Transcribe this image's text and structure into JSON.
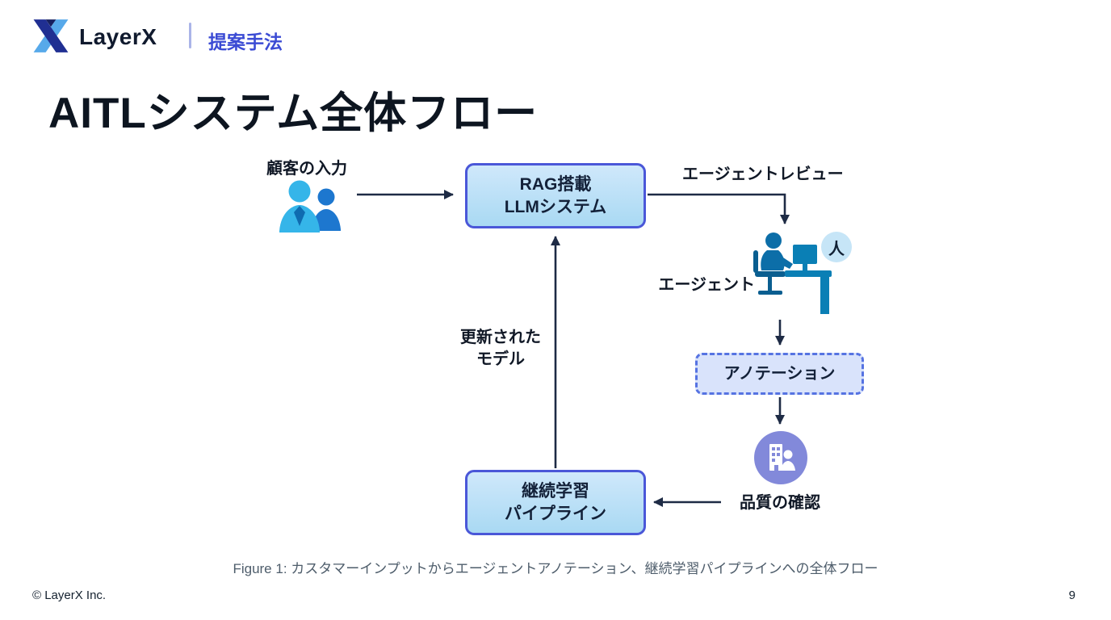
{
  "header": {
    "brand": "LayerX",
    "section": "提案手法"
  },
  "title": "AITLシステム全体フロー",
  "diagram": {
    "nodes": {
      "rag_llm": "RAG搭載\nLLMシステム",
      "annotation": "アノテーション",
      "continual_learning": "継続学習\nパイプライン"
    },
    "labels": {
      "customer_input": "顧客の入力",
      "agent_review": "エージェントレビュー",
      "agent": "エージェント",
      "person_badge": "人",
      "updated_model": "更新された\nモデル",
      "quality_check": "品質の確認"
    },
    "icons": {
      "customers": "customers-icon",
      "agent_desk": "agent-at-desk-icon",
      "quality": "organization-person-icon"
    }
  },
  "caption": "Figure 1: カスタマーインプットからエージェントアノテーション、継続学習パイプラインへの全体フロー",
  "footer": {
    "copyright": "© LayerX Inc.",
    "page": "9"
  },
  "colors": {
    "accent_blue": "#3b4bd4",
    "box_border": "#4a57d8",
    "box_fill": "#b9def6",
    "annotation_fill": "#d9e3fb",
    "annotation_border": "#5673e2",
    "arrow": "#1e2b45",
    "quality_circle": "#8289da",
    "people_light": "#35b5e9",
    "people_dark": "#1d77cf",
    "desk_teal": "#0a7fb5"
  }
}
